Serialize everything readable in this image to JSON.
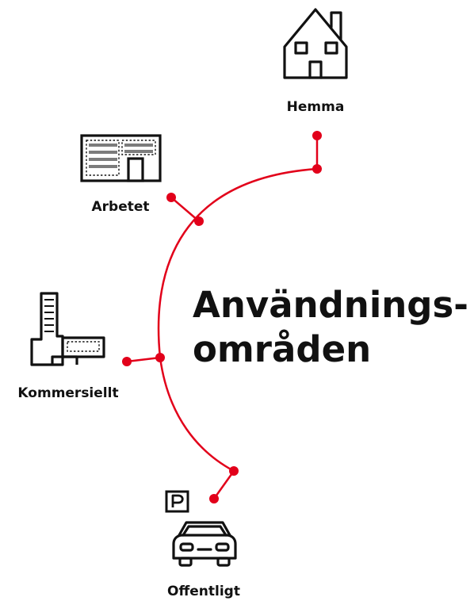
{
  "title": {
    "line1": "Användnings-",
    "line2": "områden"
  },
  "nodes": [
    {
      "id": "home",
      "label": "Hemma",
      "icon": "house-icon"
    },
    {
      "id": "work",
      "label": "Arbetet",
      "icon": "office-building-icon"
    },
    {
      "id": "commercial",
      "label": "Kommersiellt",
      "icon": "industrial-building-icon"
    },
    {
      "id": "public",
      "label": "Offentligt",
      "icon": "parking-car-icon",
      "badge": "P"
    }
  ],
  "colors": {
    "accent": "#e2001a",
    "ink": "#111111",
    "background": "#ffffff"
  }
}
